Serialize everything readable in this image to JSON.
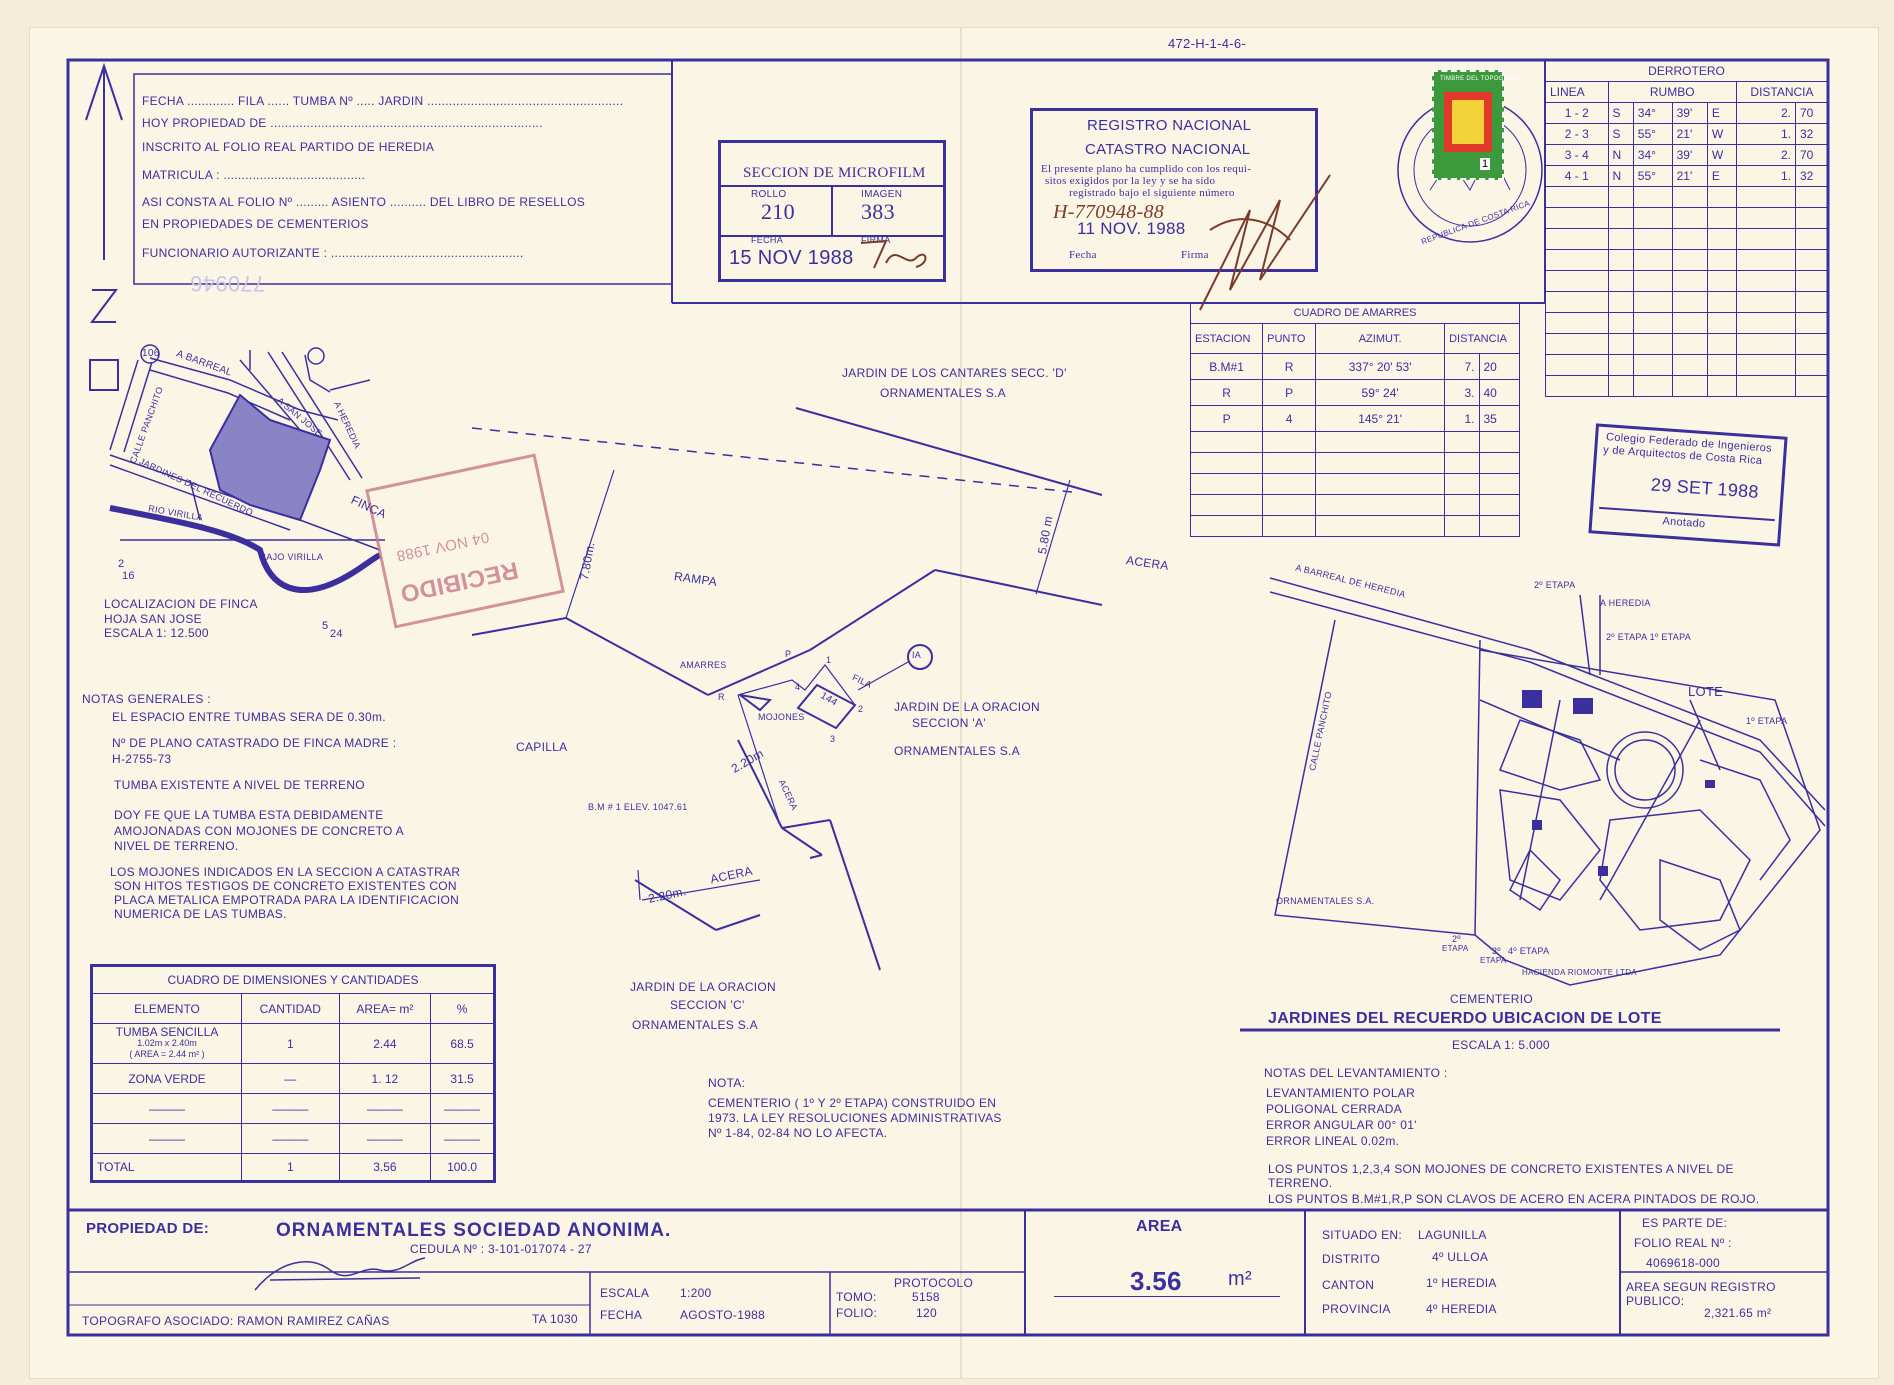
{
  "doc_number": "472-H-1-4-6-",
  "header_form": {
    "line1": "FECHA ............. FILA ...... TUMBA Nº ..... JARDIN ......................................................",
    "line2": "HOY PROPIEDAD DE ...........................................................................",
    "line3": "INSCRITO AL FOLIO REAL PARTIDO DE HEREDIA",
    "line4": "MATRICULA : .......................................",
    "line5": "ASI CONSTA AL FOLIO Nº ......... ASIENTO .......... DEL LIBRO DE RESELLOS",
    "line6": "EN PROPIEDADES DE CEMENTERIOS",
    "line7": "FUNCIONARIO AUTORIZANTE : .....................................................",
    "faint_number": "770946"
  },
  "microfilm": {
    "title": "SECCION DE MICROFILM",
    "rollo_label": "ROLLO",
    "imagen_label": "IMAGEN",
    "rollo": "210",
    "imagen": "383",
    "fecha_label": "FECHA",
    "firma_label": "FIRMA",
    "fecha": "15 NOV 1988"
  },
  "registro": {
    "title1": "REGISTRO NACIONAL",
    "title2": "CATASTRO NACIONAL",
    "body1": "El presente plano ha cumplido con los requi-",
    "body2": "sitos exigidos por la ley y se ha sido",
    "body3": "registrado bajo el siguiente número",
    "number": "H-770948-88",
    "date": "11 NOV. 1988",
    "fecha_label": "Fecha",
    "firma_label": "Firma"
  },
  "seal": {
    "text": "REPUBLICA DE COSTA RICA",
    "stamp_top": "TIMBRE DEL TOPOGRAFO",
    "stamp_value": "1"
  },
  "derrotero": {
    "title": "DERROTERO",
    "headers": [
      "LINEA",
      "RUMBO",
      "DISTANCIA"
    ],
    "rows": [
      {
        "linea": "1 - 2",
        "ns": "S",
        "deg": "34°",
        "min": "39'",
        "ew": "E",
        "d1": "2.",
        "d2": "70"
      },
      {
        "linea": "2 - 3",
        "ns": "S",
        "deg": "55°",
        "min": "21'",
        "ew": "W",
        "d1": "1.",
        "d2": "32"
      },
      {
        "linea": "3 - 4",
        "ns": "N",
        "deg": "34°",
        "min": "39'",
        "ew": "W",
        "d1": "2.",
        "d2": "70"
      },
      {
        "linea": "4 - 1",
        "ns": "N",
        "deg": "55°",
        "min": "21'",
        "ew": "E",
        "d1": "1.",
        "d2": "32"
      }
    ]
  },
  "amarres": {
    "title": "CUADRO DE AMARRES",
    "headers": [
      "ESTACION",
      "PUNTO",
      "AZIMUT.",
      "DISTANCIA"
    ],
    "rows": [
      {
        "est": "B.M#1",
        "punto": "R",
        "az": "337° 20' 53'",
        "d1": "7.",
        "d2": "20"
      },
      {
        "est": "R",
        "punto": "P",
        "az": "59° 24'",
        "d1": "3.",
        "d2": "40"
      },
      {
        "est": "P",
        "punto": "4",
        "az": "145° 21'",
        "d1": "1.",
        "d2": "35"
      }
    ]
  },
  "colegio": {
    "line1": "Colegio Federado de Ingenieros",
    "line2": "y de Arquitectos de Costa Rica",
    "date": "29 SET 1988",
    "label": "Anotado"
  },
  "recibido": {
    "word": "RECIBIDO",
    "date": "04 NOV 1988"
  },
  "location_map": {
    "labels": [
      "106",
      "A BARREAL",
      "CALLE PANCHITO",
      "A SAN JOSE",
      "A HEREDIA",
      "JARDINES DEL RECUERDO",
      "FINCA",
      "RIO VIRILLA",
      "BAJO VIRILLA"
    ],
    "grid_left_top": "2",
    "grid_left_bottom": "16",
    "grid_right_top": "5",
    "grid_right_bottom": "24",
    "caption1": "LOCALIZACION DE FINCA",
    "caption2": "HOJA SAN JOSE",
    "caption3": "ESCALA       1: 12.500"
  },
  "notes": {
    "title": "NOTAS GENERALES :",
    "n1": "EL ESPACIO ENTRE TUMBAS SERA DE 0.30m.",
    "n2a": "Nº DE PLANO CATASTRADO DE FINCA MADRE :",
    "n2b": "H-2755-73",
    "n3": "TUMBA EXISTENTE A NIVEL DE TERRENO",
    "n4a": "DOY FE QUE LA TUMBA ESTA DEBIDAMENTE",
    "n4b": "AMOJONADAS CON MOJONES DE CONCRETO A",
    "n4c": "NIVEL DE TERRENO.",
    "n5a": "LOS MOJONES INDICADOS EN LA SECCION A CATASTRAR",
    "n5b": "SON HITOS TESTIGOS DE CONCRETO EXISTENTES CON",
    "n5c": "PLACA METALICA EMPOTRADA PARA LA IDENTIFICACION",
    "n5d": "NUMERICA DE LAS TUMBAS."
  },
  "dimensiones": {
    "title": "CUADRO DE DIMENSIONES Y CANTIDADES",
    "headers": [
      "ELEMENTO",
      "CANTIDAD",
      "AREA= m²",
      "%"
    ],
    "rows": [
      {
        "el": "TUMBA SENCILLA",
        "sub1": "1.02m x 2.40m",
        "sub2": "( AREA = 2.44 m² )",
        "cant": "1",
        "area": "2.44",
        "pct": "68.5"
      },
      {
        "el": "ZONA VERDE",
        "sub1": "",
        "sub2": "",
        "cant": "—",
        "area": "1. 12",
        "pct": "31.5"
      },
      {
        "el": "———",
        "sub1": "",
        "sub2": "",
        "cant": "———",
        "area": "———",
        "pct": "———"
      },
      {
        "el": "———",
        "sub1": "",
        "sub2": "",
        "cant": "———",
        "area": "———",
        "pct": "———"
      }
    ],
    "total": {
      "el": "TOTAL",
      "cant": "1",
      "area": "3.56",
      "pct": "100.0"
    }
  },
  "plan": {
    "cantares1": "JARDIN DE LOS CANTARES    SECC. 'D'",
    "cantares2": "ORNAMENTALES S.A",
    "rampa": "RAMPA",
    "acera": "ACERA",
    "dim_780": "7.80m.",
    "dim_580": "5.80 m",
    "amarres": "AMARRES",
    "mojones": "MOJONES",
    "fila": "FILA",
    "tumba": "144",
    "circle": "IA",
    "capilla": "CAPILLA",
    "dim_220a": "2.20m",
    "acera2": "ACERA",
    "bm": "B.M # 1  ELEV. 1047.61",
    "dim_220b": "2.20m.",
    "acera3": "ACERA",
    "oracion_a1": "JARDIN DE LA ORACION",
    "oracion_a2": "SECCION 'A'",
    "oracion_a3": "ORNAMENTALES S.A",
    "oracion_c1": "JARDIN DE LA ORACION",
    "oracion_c2": "SECCION 'C'",
    "oracion_c3": "ORNAMENTALES S.A",
    "pt_p": "P",
    "pt_r": "R",
    "pt_1": "1",
    "pt_2": "2",
    "pt_3": "3",
    "pt_4": "4"
  },
  "nota": {
    "title": "NOTA:",
    "l1": "CEMENTERIO ( 1º Y 2º ETAPA) CONSTRUIDO EN",
    "l2": "1973. LA LEY RESOLUCIONES ADMINISTRATIVAS",
    "l3": "Nº 1-84, 02-84 NO LO AFECTA."
  },
  "site": {
    "barreal": "A BARREAL DE HEREDIA",
    "etapa2": "2º ETAPA",
    "heredia": "A HEREDIA",
    "etapas": "2º ETAPA  1º ETAPA",
    "lote": "LOTE",
    "etapa1": "1º ETAPA",
    "panchito": "CALLE PANCHITO",
    "ornamentales": "ORNAMENTALES S.A.",
    "etapa_b1": "2º",
    "etapa_b2": "ETAPA",
    "etapa_b3": "3º",
    "etapa_b4": "4º ETAPA",
    "etapa_b5": "ETAPA",
    "hacienda": "HACIENDA RIOMONTE LTDA",
    "cementerio": "CEMENTERIO",
    "title": "JARDINES DEL RECUERDO UBICACION DE LOTE",
    "escala": "ESCALA       1: 5.000"
  },
  "levantamiento": {
    "title": "NOTAS DEL LEVANTAMIENTO :",
    "l1": "LEVANTAMIENTO POLAR",
    "l2": "POLIGONAL CERRADA",
    "l3": "ERROR ANGULAR  00° 01'",
    "l4": "ERROR LINEAL    0.02m.",
    "p1": "LOS PUNTOS 1,2,3,4   SON MOJONES DE CONCRETO EXISTENTES A NIVEL DE",
    "p2": "TERRENO.",
    "p3": "LOS PUNTOS B.M#1,R,P SON CLAVOS DE ACERO EN ACERA PINTADOS DE ROJO."
  },
  "title_block": {
    "propiedad_label": "PROPIEDAD DE:",
    "propietario": "ORNAMENTALES  SOCIEDAD  ANONIMA.",
    "cedula": "CEDULA Nº : 3-101-017074 - 27",
    "topografo": "TOPOGRAFO ASOCIADO: RAMON RAMIREZ CAÑAS",
    "ta": "TA 1030",
    "escala_label": "ESCALA",
    "escala": "1:200",
    "fecha_label": "FECHA",
    "fecha": "AGOSTO-1988",
    "protocolo_label": "PROTOCOLO",
    "tomo_label": "TOMO:",
    "tomo": "5158",
    "folio_label": "FOLIO:",
    "folio": "120",
    "area_label": "AREA",
    "area_value": "3.56",
    "area_unit": "m²",
    "situado_label": "SITUADO EN:",
    "situado": "LAGUNILLA",
    "distrito_label": "DISTRITO",
    "distrito": "4º ULLOA",
    "canton_label": "CANTON",
    "canton": "1º HEREDIA",
    "provincia_label": "PROVINCIA",
    "provincia": "4º HEREDIA",
    "es_parte_label": "ES PARTE DE:",
    "folio_real_label": "FOLIO REAL Nº :",
    "folio_real": "4069618-000",
    "area_registro_label1": "AREA SEGUN REGISTRO",
    "area_registro_label2": "PUBLICO:",
    "area_registro": "2,321.65 m²"
  },
  "colors": {
    "ink": "#3b2f9e",
    "paper": "#fbf5e6",
    "red_stamp": "#c77a86",
    "signature": "#7b3b2b",
    "stamp_green": "#3c9a3c"
  }
}
